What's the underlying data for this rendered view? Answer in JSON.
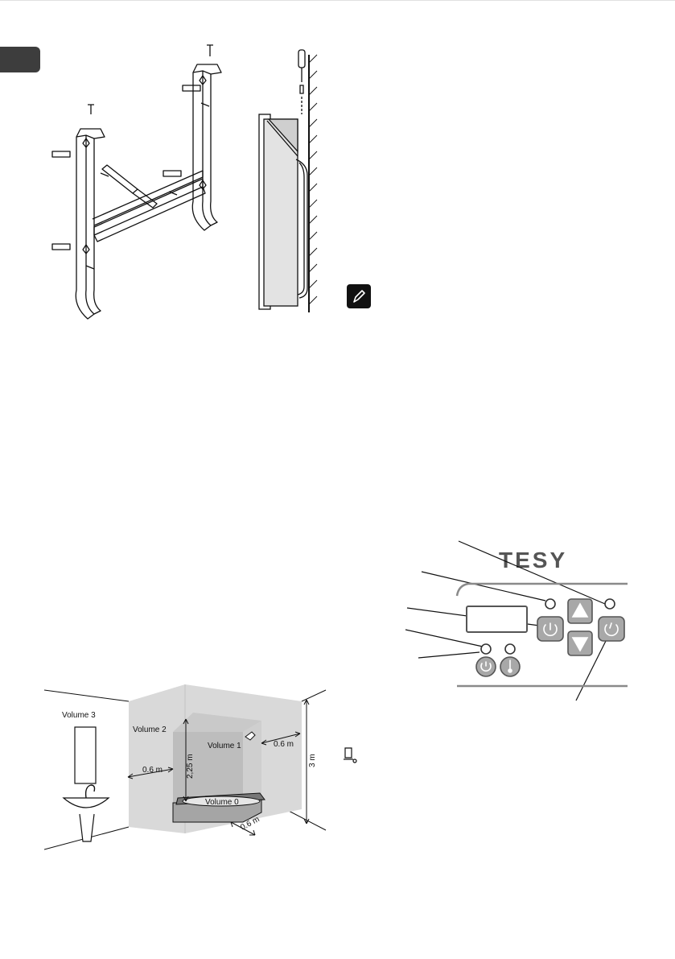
{
  "brand": {
    "logo_text": "TESY"
  },
  "bathroom_diagram": {
    "zones": {
      "volume_0": "Volume 0",
      "volume_1": "Volume 1",
      "volume_2": "Volume 2",
      "volume_3": "Volume 3"
    },
    "dimensions": {
      "shower_height": "2,25 m",
      "room_height": "3 m",
      "zone_left_width": "0.6 m",
      "zone_right_width": "0.6 m",
      "zone_front_width": "0.6 m"
    }
  },
  "colors": {
    "zone_gray": "#d9d9d9",
    "zone_dark": "#bdbdbd",
    "button_gray": "#a8a8a8",
    "panel_line": "#8a8a8a"
  },
  "icons": [
    "language-tab",
    "note-pencil-icon",
    "power-icon",
    "arrow-up-icon",
    "arrow-down-icon",
    "timer-icon",
    "thermometer-icon",
    "eco-icon"
  ]
}
